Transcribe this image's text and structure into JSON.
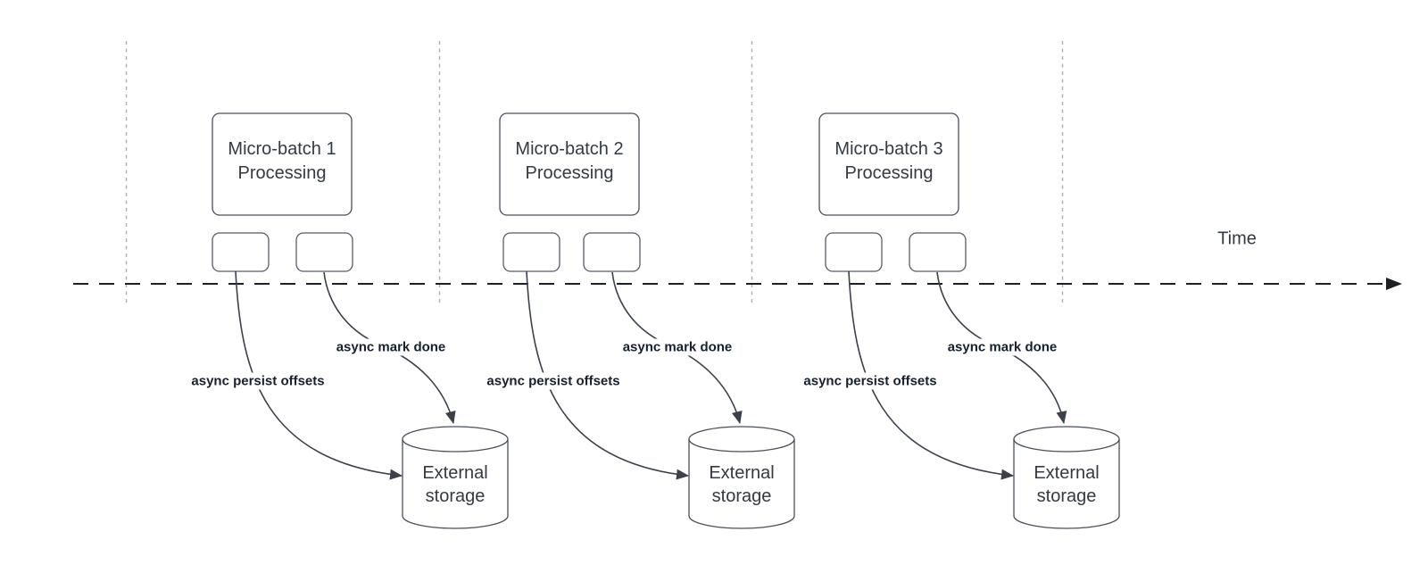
{
  "timeline": {
    "label": "Time"
  },
  "batches": [
    {
      "box_title_line1": "Micro-batch 1",
      "box_title_line2": "Processing",
      "persist_label": "async persist offsets",
      "mark_done_label": "async mark done",
      "storage_line1": "External",
      "storage_line2": "storage"
    },
    {
      "box_title_line1": "Micro-batch 2",
      "box_title_line2": "Processing",
      "persist_label": "async persist offsets",
      "mark_done_label": "async mark done",
      "storage_line1": "External",
      "storage_line2": "storage"
    },
    {
      "box_title_line1": "Micro-batch 3",
      "box_title_line2": "Processing",
      "persist_label": "async persist offsets",
      "mark_done_label": "async mark done",
      "storage_line1": "External",
      "storage_line2": "storage"
    }
  ],
  "colors": {
    "background": "#ffffff",
    "time_axis_line": "#1d2025",
    "lane_divider_line": "#a9adb4",
    "shape_border": "#4a505a",
    "connector_line": "#3a414b",
    "text_primary": "#333a45",
    "connector_label_text": "#16202e"
  }
}
